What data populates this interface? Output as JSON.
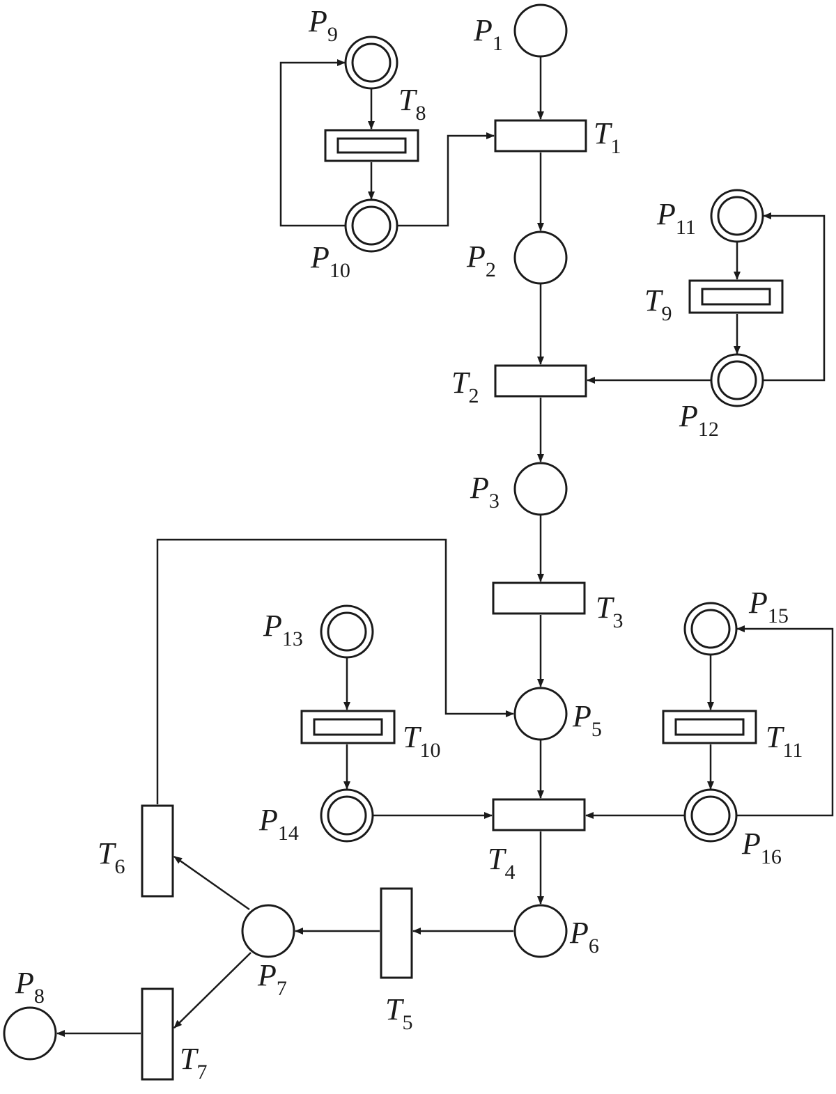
{
  "diagram": {
    "type": "petri-net",
    "places": [
      {
        "id": "P1",
        "letter": "P",
        "sub": "1",
        "kind": "single"
      },
      {
        "id": "P2",
        "letter": "P",
        "sub": "2",
        "kind": "single"
      },
      {
        "id": "P3",
        "letter": "P",
        "sub": "3",
        "kind": "single"
      },
      {
        "id": "P5",
        "letter": "P",
        "sub": "5",
        "kind": "single"
      },
      {
        "id": "P6",
        "letter": "P",
        "sub": "6",
        "kind": "single"
      },
      {
        "id": "P7",
        "letter": "P",
        "sub": "7",
        "kind": "single"
      },
      {
        "id": "P8",
        "letter": "P",
        "sub": "8",
        "kind": "single"
      },
      {
        "id": "P9",
        "letter": "P",
        "sub": "9",
        "kind": "double"
      },
      {
        "id": "P10",
        "letter": "P",
        "sub": "10",
        "kind": "double"
      },
      {
        "id": "P11",
        "letter": "P",
        "sub": "11",
        "kind": "double"
      },
      {
        "id": "P12",
        "letter": "P",
        "sub": "12",
        "kind": "double"
      },
      {
        "id": "P13",
        "letter": "P",
        "sub": "13",
        "kind": "double"
      },
      {
        "id": "P14",
        "letter": "P",
        "sub": "14",
        "kind": "double"
      },
      {
        "id": "P15",
        "letter": "P",
        "sub": "15",
        "kind": "double"
      },
      {
        "id": "P16",
        "letter": "P",
        "sub": "16",
        "kind": "double"
      }
    ],
    "transitions": [
      {
        "id": "T1",
        "letter": "T",
        "sub": "1",
        "kind": "single"
      },
      {
        "id": "T2",
        "letter": "T",
        "sub": "2",
        "kind": "single"
      },
      {
        "id": "T3",
        "letter": "T",
        "sub": "3",
        "kind": "single"
      },
      {
        "id": "T4",
        "letter": "T",
        "sub": "4",
        "kind": "single"
      },
      {
        "id": "T5",
        "letter": "T",
        "sub": "5",
        "kind": "single"
      },
      {
        "id": "T6",
        "letter": "T",
        "sub": "6",
        "kind": "single"
      },
      {
        "id": "T7",
        "letter": "T",
        "sub": "7",
        "kind": "single"
      },
      {
        "id": "T8",
        "letter": "T",
        "sub": "8",
        "kind": "double"
      },
      {
        "id": "T9",
        "letter": "T",
        "sub": "9",
        "kind": "double"
      },
      {
        "id": "T10",
        "letter": "T",
        "sub": "10",
        "kind": "double"
      },
      {
        "id": "T11",
        "letter": "T",
        "sub": "11",
        "kind": "double"
      }
    ],
    "arcs": [
      {
        "from": "P1",
        "to": "T1"
      },
      {
        "from": "T1",
        "to": "P2"
      },
      {
        "from": "P2",
        "to": "T2"
      },
      {
        "from": "T2",
        "to": "P3"
      },
      {
        "from": "P3",
        "to": "T3"
      },
      {
        "from": "T3",
        "to": "P5"
      },
      {
        "from": "P5",
        "to": "T4"
      },
      {
        "from": "T4",
        "to": "P6"
      },
      {
        "from": "P6",
        "to": "T5"
      },
      {
        "from": "T5",
        "to": "P7"
      },
      {
        "from": "P7",
        "to": "T6"
      },
      {
        "from": "P7",
        "to": "T7"
      },
      {
        "from": "T7",
        "to": "P8"
      },
      {
        "from": "T6",
        "to": "P5"
      },
      {
        "from": "P9",
        "to": "T8"
      },
      {
        "from": "T8",
        "to": "P10"
      },
      {
        "from": "P10",
        "to": "P9"
      },
      {
        "from": "P10",
        "to": "T1"
      },
      {
        "from": "P11",
        "to": "T9"
      },
      {
        "from": "T9",
        "to": "P12"
      },
      {
        "from": "P12",
        "to": "P11"
      },
      {
        "from": "P12",
        "to": "T2"
      },
      {
        "from": "P13",
        "to": "T10"
      },
      {
        "from": "T10",
        "to": "P14"
      },
      {
        "from": "P14",
        "to": "T4"
      },
      {
        "from": "P15",
        "to": "T11"
      },
      {
        "from": "T11",
        "to": "P16"
      },
      {
        "from": "P16",
        "to": "P15"
      },
      {
        "from": "P16",
        "to": "T4"
      }
    ]
  }
}
